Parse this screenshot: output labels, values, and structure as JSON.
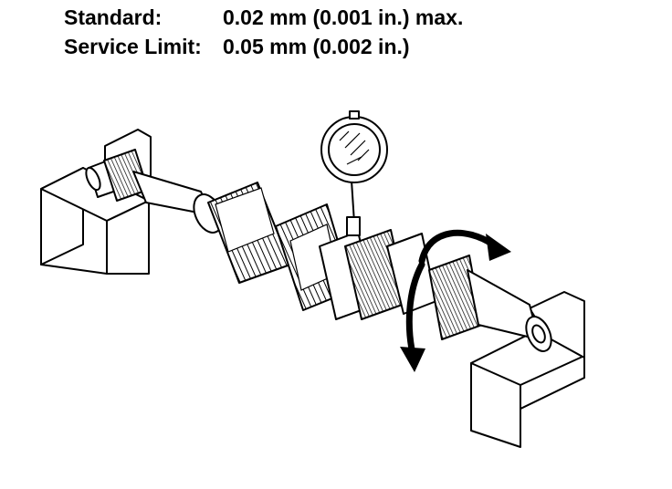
{
  "specs": [
    {
      "label": "Standard:",
      "value": "0.02 mm (0.001 in.) max."
    },
    {
      "label": "Service Limit:",
      "value": "0.05 mm (0.002 in.)"
    }
  ],
  "colors": {
    "ink": "#000000",
    "paper": "#ffffff",
    "shade": "#cfcfcf"
  },
  "icons": [
    "dial-indicator-icon",
    "rotation-arrow-icon"
  ]
}
